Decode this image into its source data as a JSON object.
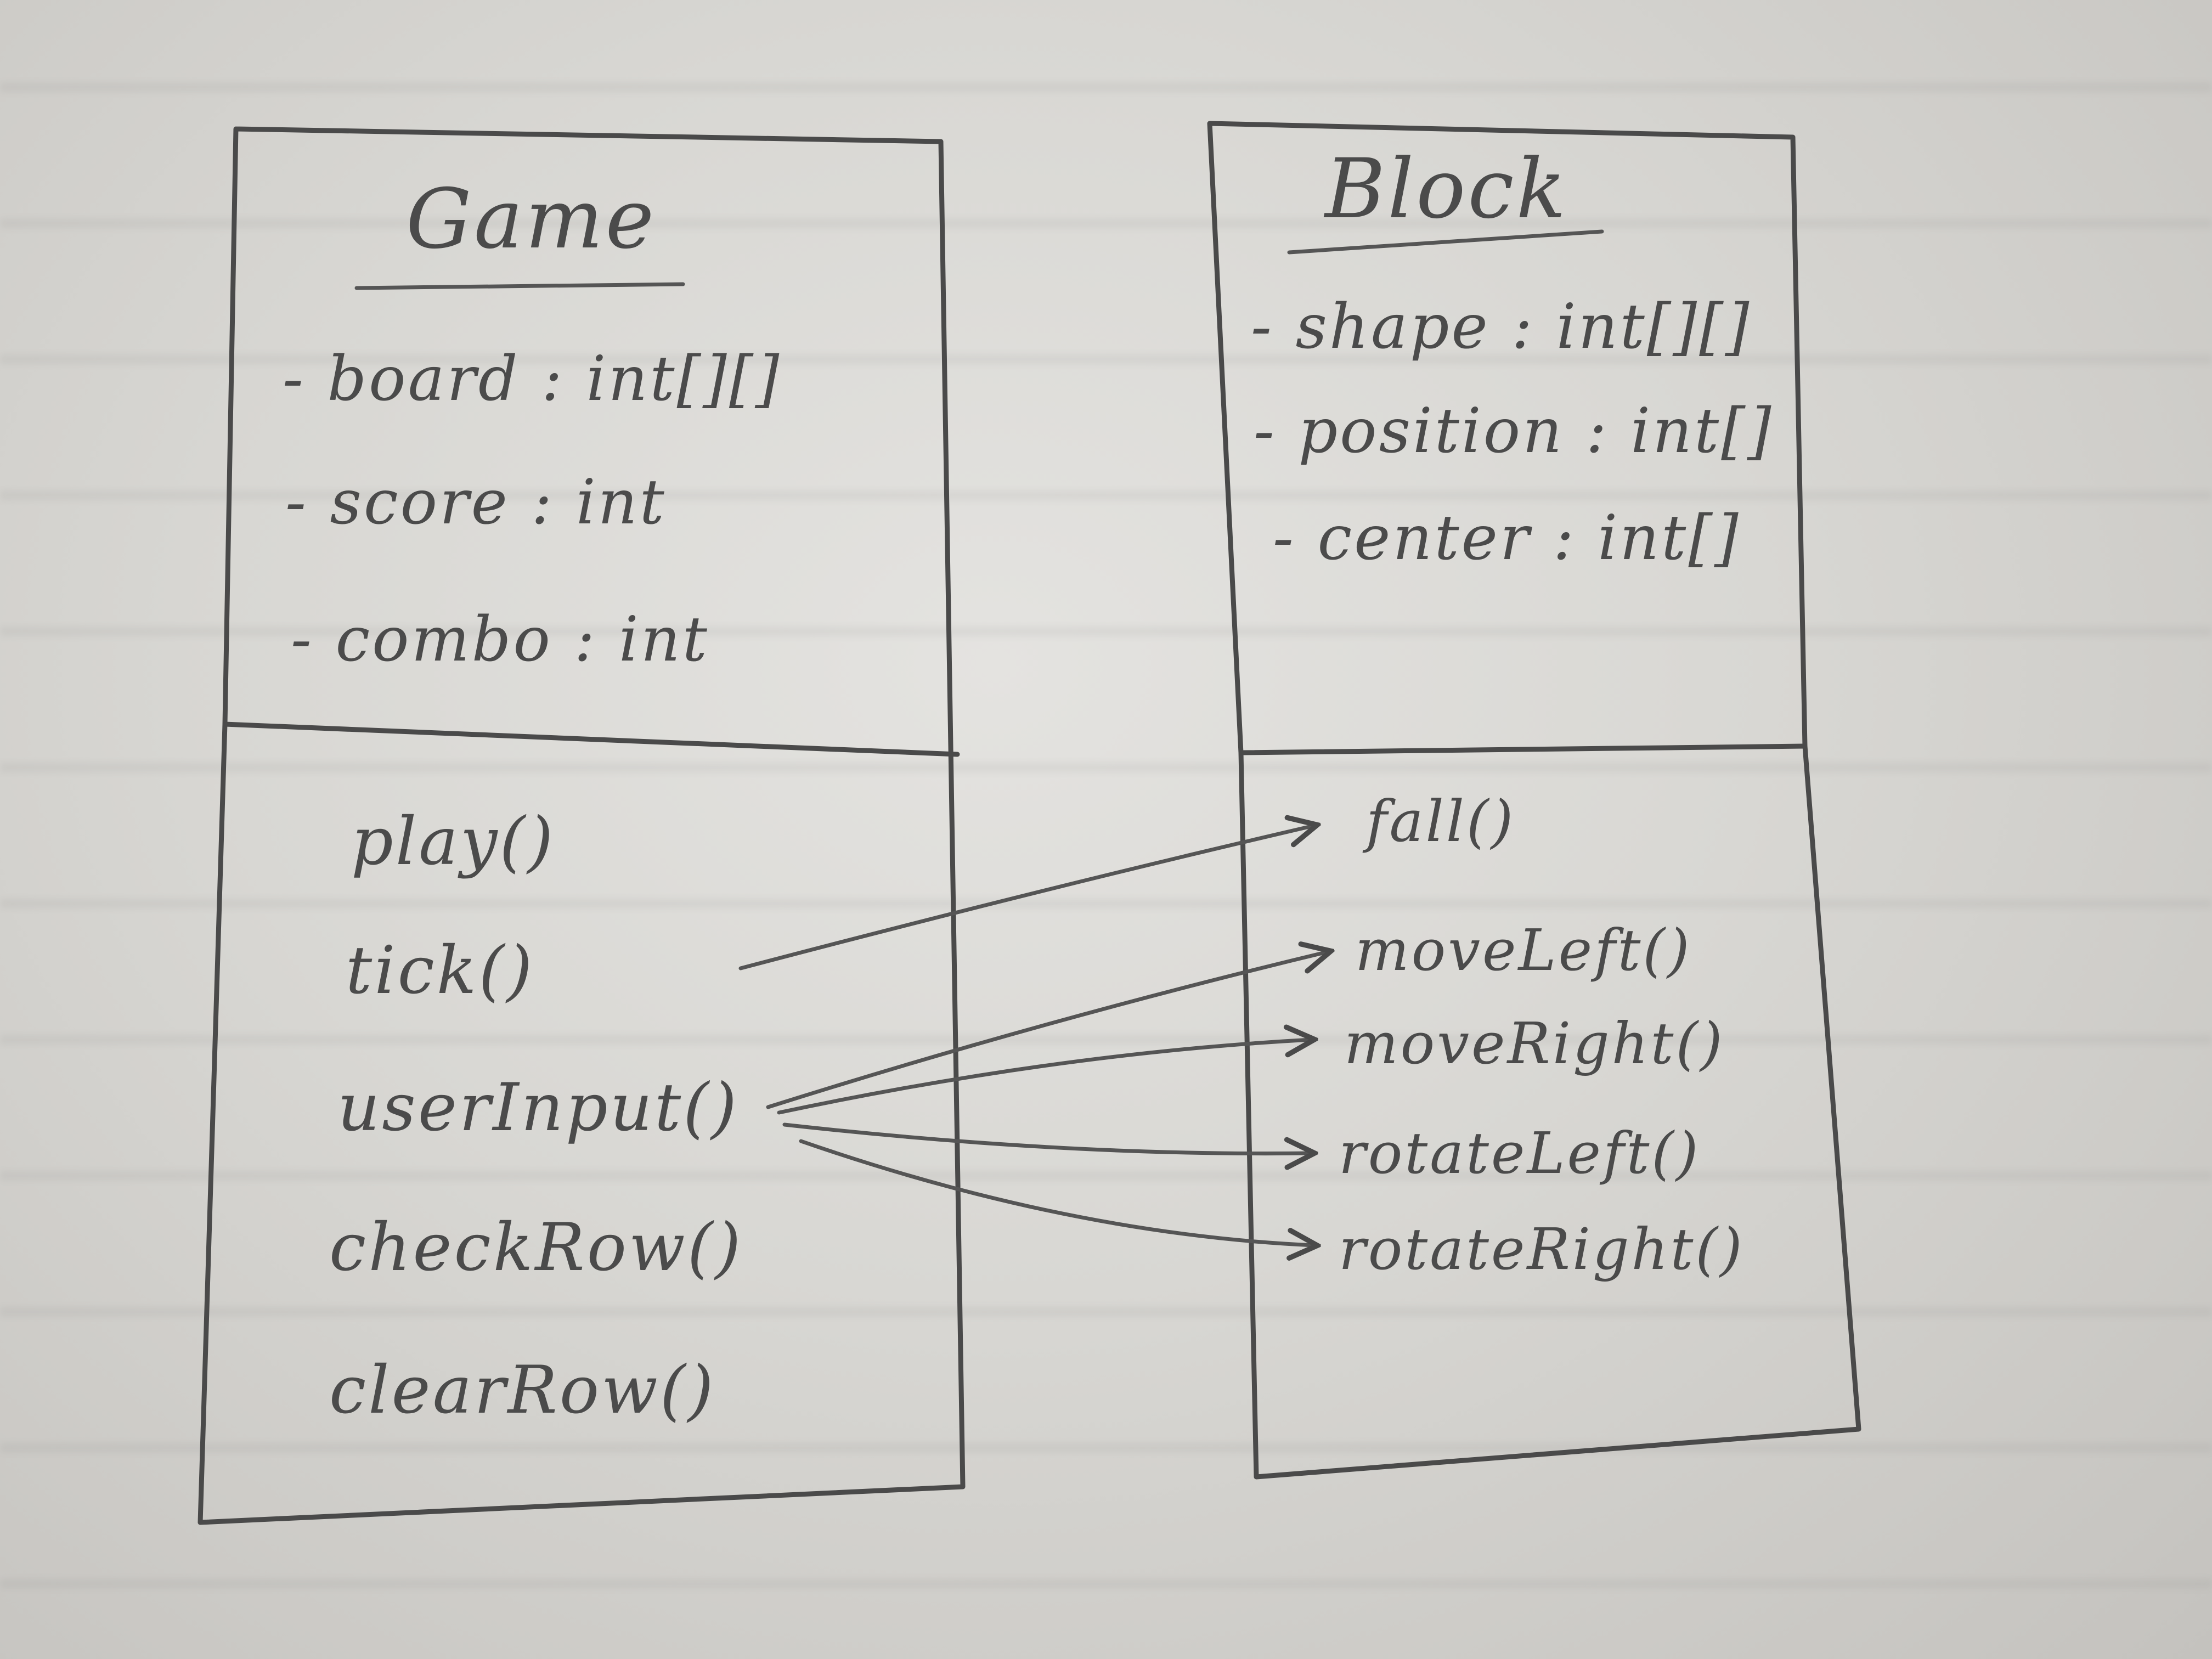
{
  "classes": {
    "game": {
      "name": "Game",
      "attributes": [
        "- board : int[][]",
        "- score : int",
        "- combo : int"
      ],
      "methods": [
        "play()",
        "tick()",
        "userInput()",
        "checkRow()",
        "clearRow()"
      ]
    },
    "block": {
      "name": "Block",
      "attributes": [
        "- shape : int[][]",
        "- position : int[]",
        "- center : int[]"
      ],
      "methods": [
        "fall()",
        "moveLeft()",
        "moveRight()",
        "rotateLeft()",
        "rotateRight()"
      ]
    }
  },
  "relations": [
    {
      "from": "tick()",
      "to": "fall()"
    },
    {
      "from": "userInput()",
      "to": "moveLeft()"
    },
    {
      "from": "userInput()",
      "to": "moveRight()"
    },
    {
      "from": "userInput()",
      "to": "rotateLeft()"
    },
    {
      "from": "userInput()",
      "to": "rotateRight()"
    }
  ],
  "colors": {
    "pencil": "#4a4a4a",
    "paper": "#dedddA"
  }
}
